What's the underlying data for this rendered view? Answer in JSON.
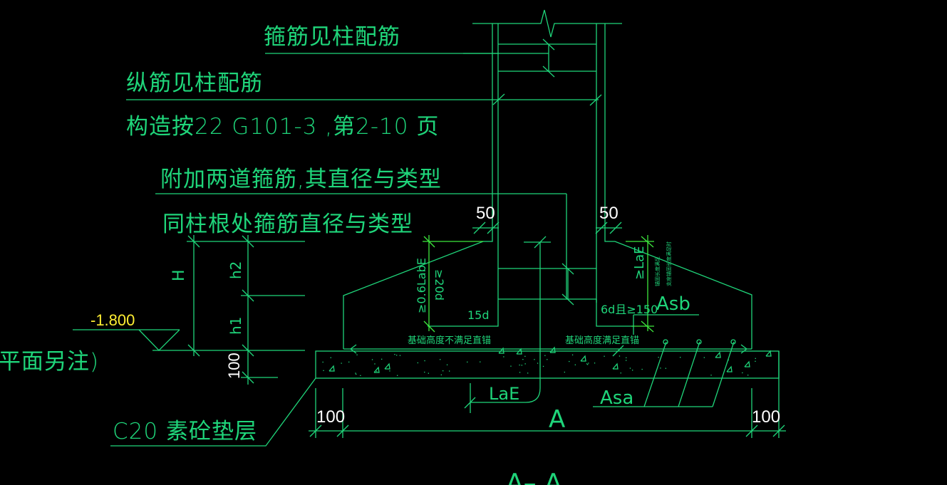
{
  "drawing": {
    "background": "#000000",
    "line_color": "#1fd57a",
    "dimension_text_color": "#ffffff",
    "elevation_text_color": "#ffee33"
  },
  "notes": {
    "stirrup_note": "箍筋见柱配筋",
    "longitudinal_note": "纵筋见柱配筋",
    "construction_ref": "构造按22 G101-3 ,第2-10 页",
    "extra_stirrups_line1": "附加两道箍筋,其直径与类型",
    "extra_stirrups_line2": "同柱根处箍筋直径与类型",
    "cushion_note": "C20 素砼垫层",
    "left_partial_note": "平面另注)",
    "anchor_not_enough": "基础高度不满足直锚",
    "anchor_enough": "基础高度满足直锚",
    "tiny_vertical_note_1": "锚固长度满足",
    "tiny_vertical_note_2": "支座锚固长度满足时"
  },
  "dimensions": {
    "left_cover": "50",
    "right_cover": "50",
    "total_height": "H",
    "h2": "h2",
    "h1": "h1",
    "cushion_thickness": "100",
    "left_overhang": "100",
    "right_overhang": "100",
    "width": "A",
    "elevation": "-1.800",
    "anchor_06labe": "≥0.6LabE",
    "anchor_20d": "≥20d",
    "bend_15d": "15d",
    "bend_6d": "6d且≥150",
    "lae_right": "≥LaE",
    "lae_bottom": "LaE"
  },
  "labels": {
    "top_rebar": "Asb",
    "bottom_rebar": "Asa",
    "section": "A– A"
  }
}
